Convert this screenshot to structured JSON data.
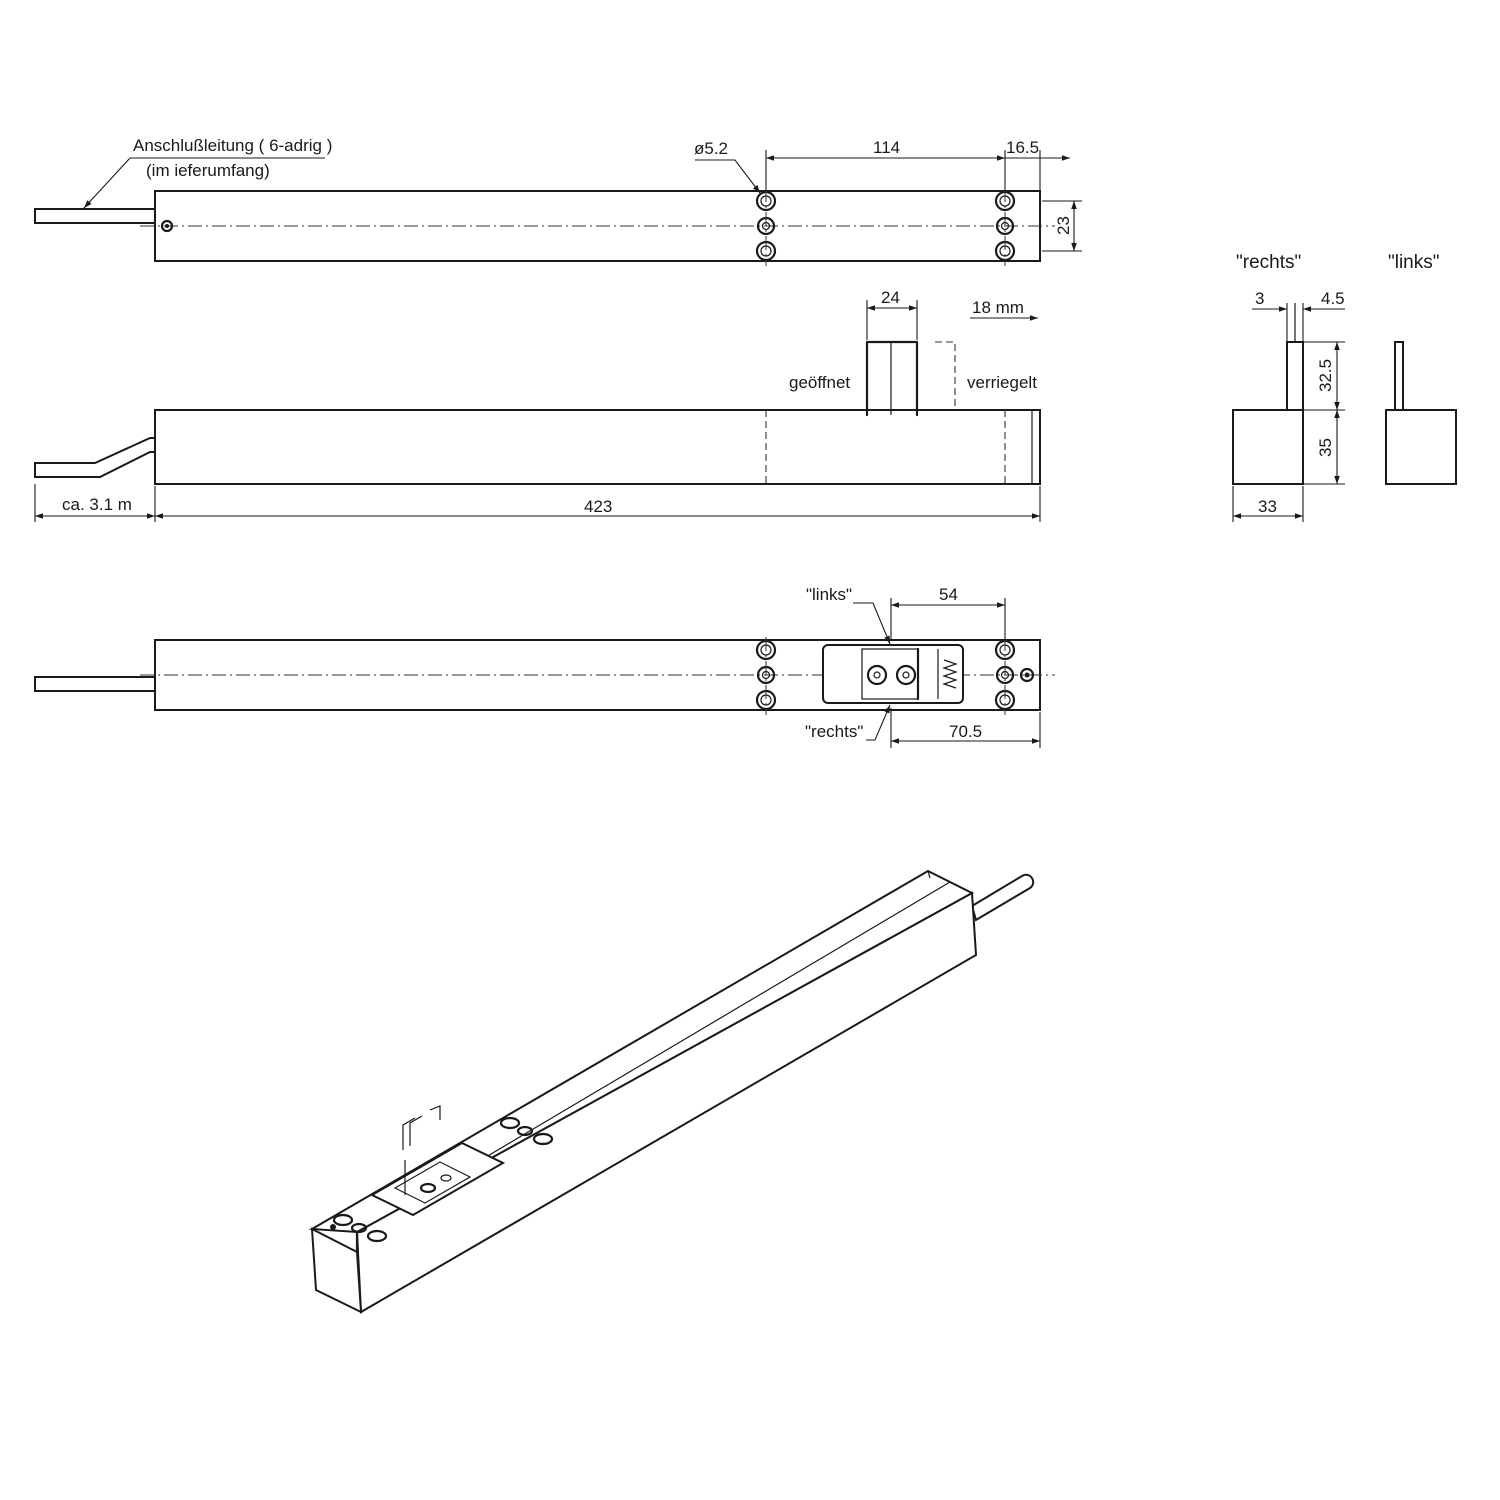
{
  "labels": {
    "cable_line1": "Anschlußleitung ( 6-adrig )",
    "cable_line2": "(im  ieferumfang)",
    "hole_diameter": "ø5.2",
    "dim_114": "114",
    "dim_16_5": "16.5",
    "dim_23": "23",
    "dim_24": "24",
    "stroke_18mm": "18 mm",
    "state_open": "geöffnet",
    "state_locked": "verriegelt",
    "dim_cable_length": "ca. 3.1 m",
    "dim_423": "423",
    "view_right": "\"rechts\"",
    "view_left": "\"links\"",
    "dim_3": "3",
    "dim_4_5": "4.5",
    "dim_32_5": "32.5",
    "dim_35": "35",
    "dim_33": "33",
    "bottom_left": "\"links\"",
    "bottom_right": "\"rechts\"",
    "dim_54": "54",
    "dim_70_5": "70.5"
  }
}
